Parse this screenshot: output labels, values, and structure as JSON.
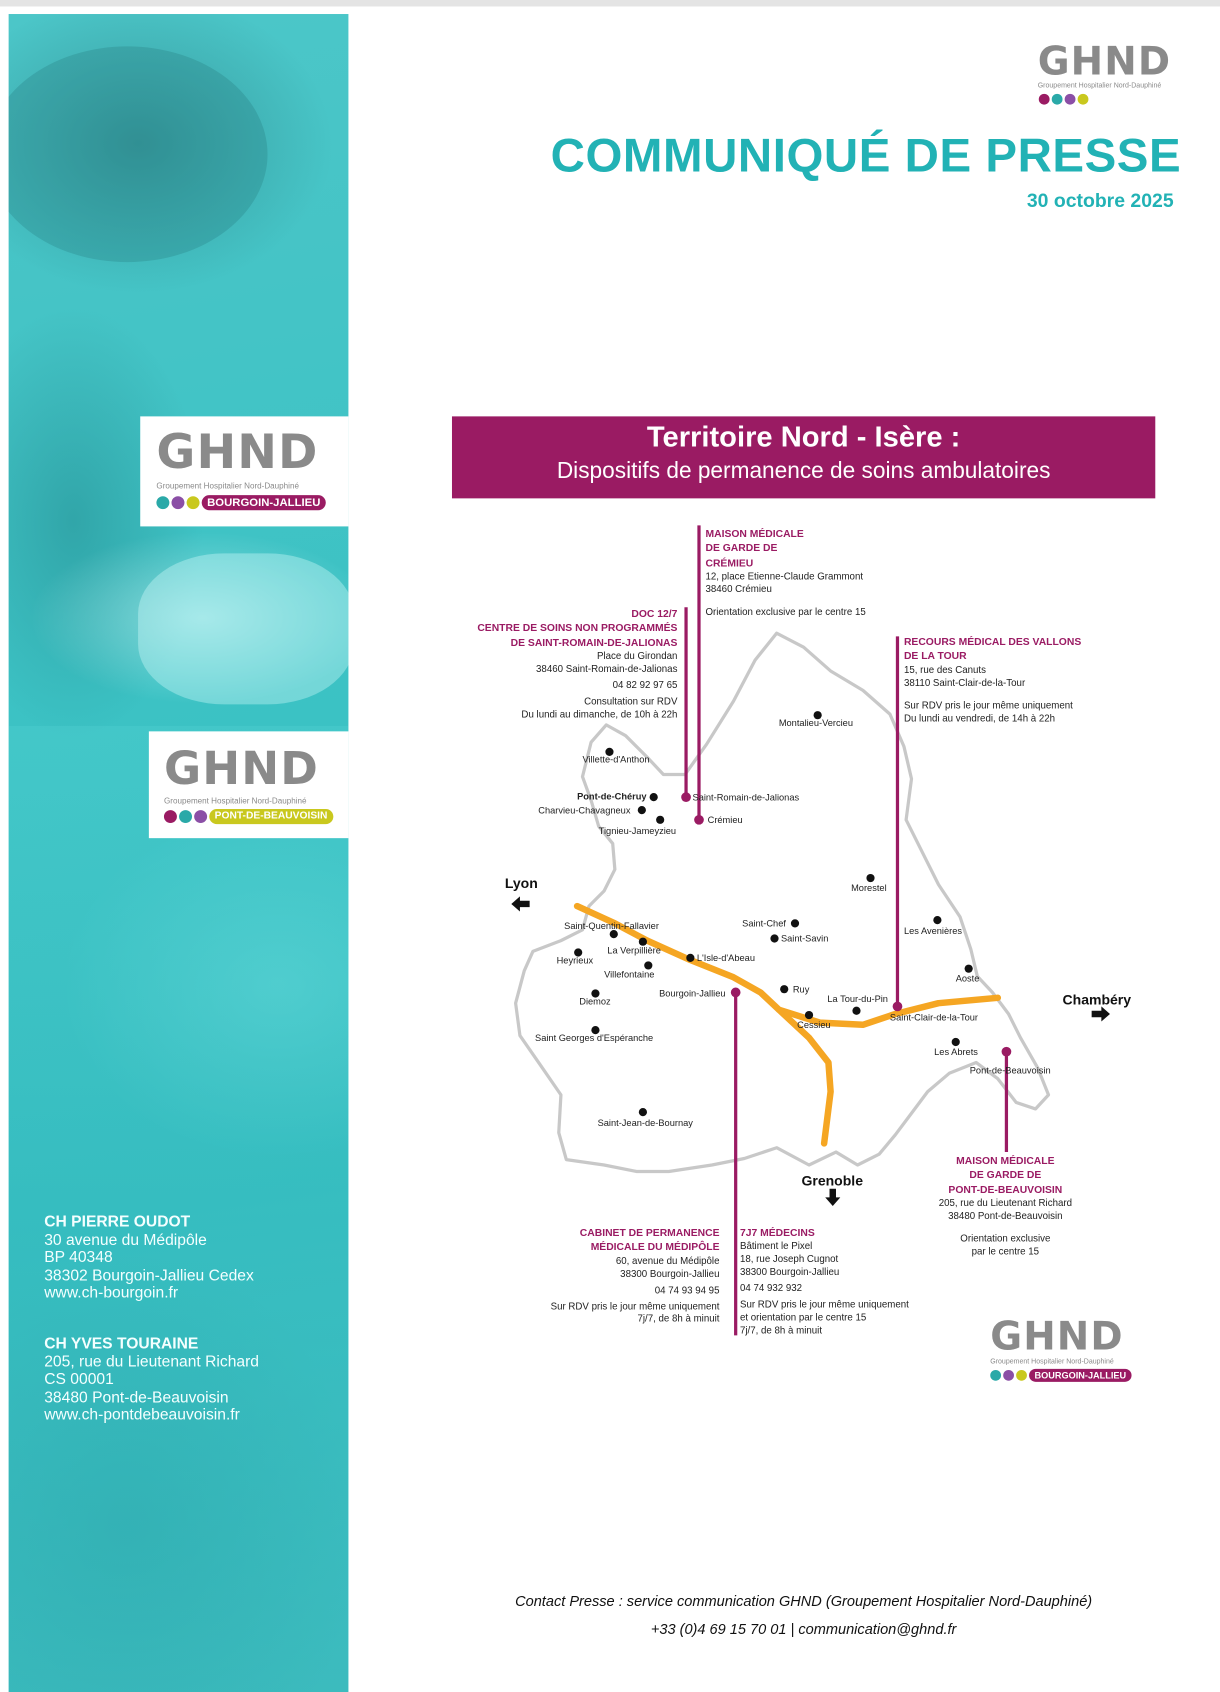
{
  "header": {
    "title": "COMMUNIQUÉ DE PRESSE",
    "date": "30 octobre 2025"
  },
  "logos": {
    "main": {
      "text": "GHND",
      "subtitle": "Groupement Hospitalier Nord-Dauphiné"
    },
    "bourgoin": {
      "text": "GHND",
      "subtitle": "Groupement Hospitalier Nord-Dauphiné",
      "site": "BOURGOIN-JALLIEU"
    },
    "pont": {
      "text": "GHND",
      "subtitle": "Groupement Hospitalier Nord-Dauphiné",
      "site": "PONT-DE-BEAUVOISIN"
    }
  },
  "colors": {
    "teal": "#22b2b5",
    "purple": "#9a1b63",
    "road": "#f5a623",
    "olive": "#c9c81e",
    "dot_teal": "#2aa9a8",
    "dot_violet": "#8b4fa6"
  },
  "sidebar": {
    "hospitals": [
      {
        "name": "CH PIERRE OUDOT",
        "lines": [
          "30 avenue du Médipôle",
          "BP 40348",
          "38302 Bourgoin-Jallieu Cedex",
          "www.ch-bourgoin.fr"
        ]
      },
      {
        "name": "CH YVES TOURAINE",
        "lines": [
          "205, rue du Lieutenant Richard",
          "CS 00001",
          "38480 Pont-de-Beauvoisin",
          "www.ch-pontdebeauvoisin.fr"
        ]
      }
    ]
  },
  "banner": {
    "title": "Territoire Nord - Isère :",
    "subtitle": "Dispositifs de permanence de soins ambulatoires"
  },
  "map": {
    "directions": [
      "Lyon",
      "Chambéry",
      "Grenoble"
    ],
    "cities": [
      "Villette-d'Anthon",
      "Montalieu-Vercieu",
      "Pont-de-Chéruy",
      "Saint-Romain-de-Jalionas",
      "Charvieu-Chavagneux",
      "Tignieu-Jameyzieu",
      "Crémieu",
      "Morestel",
      "Saint-Chef",
      "Saint-Savin",
      "Les Avenières",
      "Saint-Quentin-Fallavier",
      "La Verpillière",
      "Heyrieux",
      "L'Isle-d'Abeau",
      "Villefontaine",
      "Aoste",
      "Bourgoin-Jallieu",
      "Ruy",
      "Diemoz",
      "La Tour-du-Pin",
      "Cessieu",
      "Saint-Clair-de-la-Tour",
      "Saint Georges d'Espéranche",
      "Les Abrets",
      "Pont-de-Beauvoisin",
      "Saint-Jean-de-Bournay"
    ]
  },
  "facilities": {
    "cremieu": {
      "title": [
        "MAISON MÉDICALE",
        "DE GARDE DE",
        "CRÉMIEU"
      ],
      "address": [
        "12, place Etienne-Claude Grammont",
        "38460 Crémieu"
      ],
      "notes": [
        "Orientation exclusive par le centre 15"
      ]
    },
    "doc": {
      "title": [
        "DOC 12/7",
        "CENTRE DE SOINS NON PROGRAMMÉS",
        "DE SAINT-ROMAIN-DE-JALIONAS"
      ],
      "address": [
        "Place du Girondan",
        "38460 Saint-Romain-de-Jalionas"
      ],
      "phone": "04 82 92 97 65",
      "notes": [
        "Consultation sur RDV",
        "Du lundi au dimanche, de 10h à 22h"
      ]
    },
    "recours": {
      "title": [
        "RECOURS MÉDICAL DES VALLONS",
        "DE LA TOUR"
      ],
      "address": [
        "15, rue des Canuts",
        "38110 Saint-Clair-de-la-Tour"
      ],
      "notes": [
        "Sur RDV pris le jour même uniquement",
        "Du lundi au vendredi, de 14h à 22h"
      ]
    },
    "cabinet": {
      "title": [
        "CABINET DE PERMANENCE",
        "MÉDICALE DU MÉDIPÔLE"
      ],
      "address": [
        "60, avenue du Médipôle",
        "38300 Bourgoin-Jallieu"
      ],
      "phone": "04 74 93 94 95",
      "notes": [
        "Sur RDV pris le jour même uniquement",
        "7j/7, de 8h à minuit"
      ]
    },
    "medecins": {
      "title": [
        "7J7 MÉDECINS"
      ],
      "address": [
        "Bâtiment le Pixel",
        "18, rue Joseph Cugnot",
        "38300 Bourgoin-Jallieu"
      ],
      "phone": "04 74 932 932",
      "notes": [
        "Sur RDV pris le jour même uniquement",
        "et orientation par le centre 15",
        "7j/7, de 8h à minuit"
      ]
    },
    "pont": {
      "title": [
        "MAISON MÉDICALE",
        "DE GARDE DE",
        "PONT-DE-BEAUVOISIN"
      ],
      "address": [
        "205, rue du Lieutenant Richard",
        "38480 Pont-de-Beauvoisin"
      ],
      "notes": [
        "Orientation exclusive",
        "par le centre 15"
      ]
    }
  },
  "contact": {
    "line1": "Contact Presse : service communication GHND (Groupement Hospitalier Nord-Dauphiné)",
    "line2": "+33 (0)4 69 15 70 01 | communication@ghnd.fr"
  }
}
